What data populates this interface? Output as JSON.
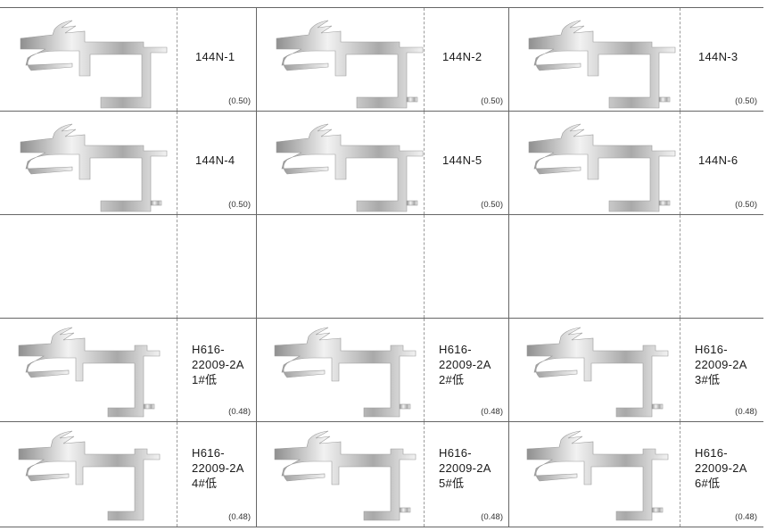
{
  "colors": {
    "grid": "#666666",
    "divider": "#9a9a9a",
    "metal_light": "#f2f2f2",
    "metal_dark": "#8f8f8f"
  },
  "rows": [
    {
      "kind": "std",
      "items": [
        {
          "code": [
            "144N-1"
          ],
          "weight": "(0.50)"
        },
        {
          "code": [
            "144N-2"
          ],
          "weight": "(0.50)"
        },
        {
          "code": [
            "144N-3"
          ],
          "weight": "(0.50)"
        }
      ]
    },
    {
      "kind": "std",
      "items": [
        {
          "code": [
            "144N-4"
          ],
          "weight": "(0.50)"
        },
        {
          "code": [
            "144N-5"
          ],
          "weight": "(0.50)"
        },
        {
          "code": [
            "144N-6"
          ],
          "weight": "(0.50)"
        }
      ]
    },
    {
      "kind": "empty",
      "items": [
        {},
        {},
        {}
      ]
    },
    {
      "kind": "h",
      "items": [
        {
          "code": [
            "H616-",
            "22009-2A",
            "1#低"
          ],
          "weight": "(0.48)"
        },
        {
          "code": [
            "H616-",
            "22009-2A",
            "2#低"
          ],
          "weight": "(0.48)"
        },
        {
          "code": [
            "H616-",
            "22009-2A",
            "3#低"
          ],
          "weight": "(0.48)"
        }
      ]
    },
    {
      "kind": "h",
      "items": [
        {
          "code": [
            "H616-",
            "22009-2A",
            "4#低"
          ],
          "weight": "(0.48)"
        },
        {
          "code": [
            "H616-",
            "22009-2A",
            "5#低"
          ],
          "weight": "(0.48)"
        },
        {
          "code": [
            "H616-",
            "22009-2A",
            "6#低"
          ],
          "weight": "(0.48)"
        }
      ]
    }
  ]
}
